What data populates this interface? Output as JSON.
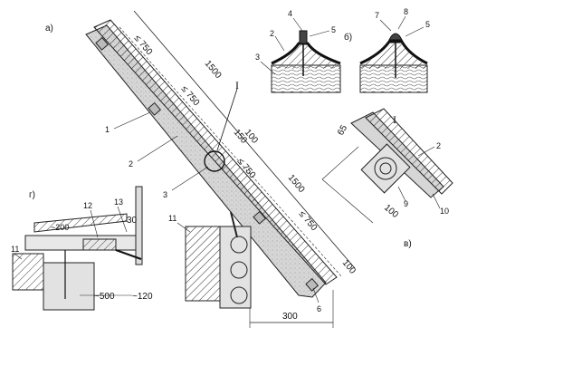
{
  "views": {
    "a": "а)",
    "b": "б)",
    "v": "в)",
    "g": "г)"
  },
  "detail_mark": "I",
  "callouts_a": [
    "1",
    "2",
    "3",
    "6",
    "11"
  ],
  "callouts_b": [
    "2",
    "3",
    "4",
    "5",
    "7",
    "8",
    "5"
  ],
  "callouts_v": [
    "2",
    "9",
    "10"
  ],
  "callouts_g": [
    "11",
    "12",
    "13"
  ],
  "dimensions_a": {
    "le750_1": "≤ 750",
    "le750_2": "≤ 750",
    "le750_3": "≤ 750",
    "le750_4": "≤ 750",
    "d1500_1": "1500",
    "d1500_2": "1500",
    "d150": "150",
    "d100_small": "100",
    "d100": "100",
    "d300": "300"
  },
  "dimensions_v": {
    "d65": "65",
    "d100": "100"
  },
  "dimensions_g": {
    "d30": "30",
    "d500": "~500",
    "d120": "~120",
    "d200": "~200"
  }
}
